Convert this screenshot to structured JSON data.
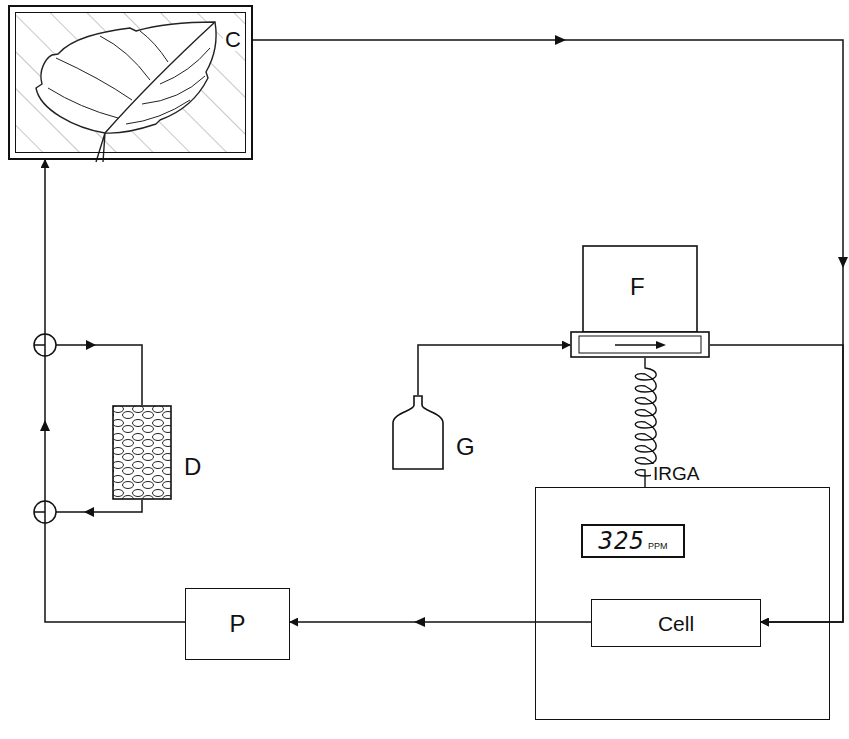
{
  "diagram": {
    "nodes": [
      {
        "text": [
          "C"
        ]
      },
      {
        "text": [
          "F"
        ]
      },
      {
        "text": [
          "G"
        ]
      },
      {
        "text": [
          "IRGA"
        ]
      },
      {
        "text": [
          "325",
          "PPM"
        ],
        "in": 3
      },
      {
        "text": [
          "Cell"
        ],
        "in": 3
      },
      {
        "text": [
          "P"
        ]
      },
      {
        "text": [
          "D"
        ]
      }
    ],
    "edges": [
      {
        "from": 0,
        "to": 5,
        "arrow": "to"
      },
      {
        "from": 1,
        "to": 5,
        "arrow": "to"
      },
      {
        "from": 2,
        "to": 1,
        "arrow": "to"
      },
      {
        "from": 5,
        "to": 6,
        "arrow": "to"
      },
      {
        "from": 6,
        "to": 0,
        "arrow": "to"
      }
    ]
  }
}
